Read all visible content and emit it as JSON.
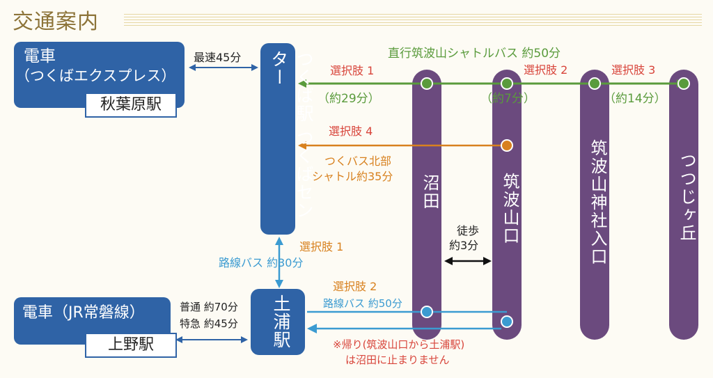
{
  "title": "交通案内",
  "trains": {
    "tx_line": "電車",
    "tx_sub": "（つくばエクスプレス）",
    "akihabara": "秋葉原駅",
    "jr_line": "電車（JR常磐線）",
    "ueno": "上野駅"
  },
  "hubs": {
    "tsukuba": "つくば駅 つくばセンター",
    "tsuchiura": "土浦駅"
  },
  "stops": {
    "numata": "沼田",
    "tsukubasanguchi": "筑波山口",
    "jinja_iriguchi": "筑波山神社入口",
    "tsutsujigaoka": "つつじヶ丘"
  },
  "labels": {
    "fastest": "最速45分",
    "direct_shuttle": "直行筑波山シャトルバス 約50分",
    "option1": "選択肢 1",
    "option2": "選択肢 2",
    "option3": "選択肢 3",
    "option4": "選択肢 4",
    "time_29": "（約29分）",
    "time_7": "（約7分）",
    "time_14": "（約14分）",
    "north_bus_1": "つくバス北部",
    "north_bus_2": "シャトル約35分",
    "walk_1": "徒歩",
    "walk_2": "約3分",
    "route_bus_30": "路線バス 約30分",
    "option1_b": "選択肢 1",
    "option2_b": "選択肢 2",
    "route_bus_50": "路線バス 約50分",
    "local_70": "普通 約70分",
    "express_45": "特急 約45分",
    "return_note_1": "※帰り(筑波山口から土浦駅)",
    "return_note_2": "は沼田に止まりません"
  },
  "colors": {
    "green": "#5a9b3c",
    "orange": "#d8811f",
    "blue": "#3b9bd1",
    "navy": "#2f63a6",
    "purple": "#6b4a7e",
    "red": "#d8443a"
  }
}
